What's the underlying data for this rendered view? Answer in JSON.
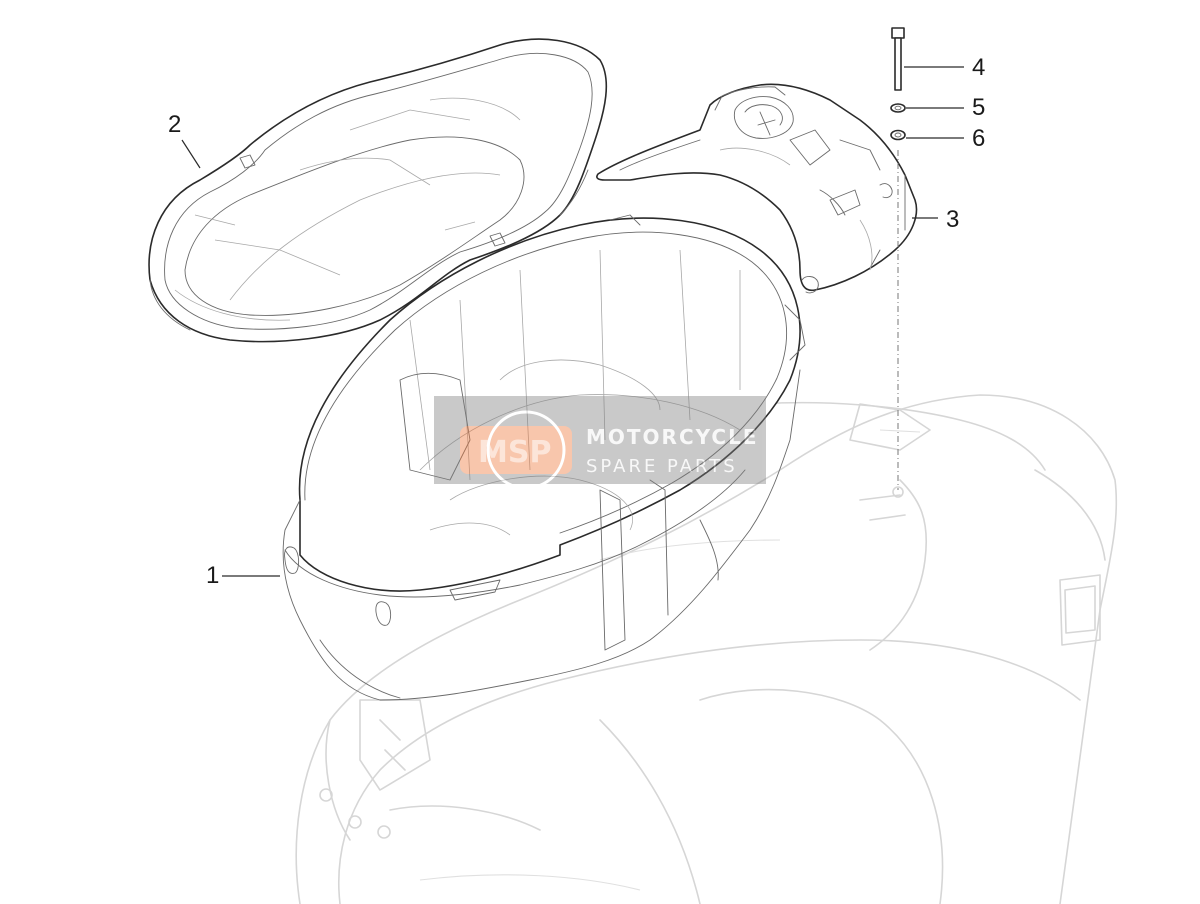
{
  "callouts": [
    {
      "id": "1",
      "label": "1"
    },
    {
      "id": "2",
      "label": "2"
    },
    {
      "id": "3",
      "label": "3"
    },
    {
      "id": "4",
      "label": "4"
    },
    {
      "id": "5",
      "label": "5"
    },
    {
      "id": "6",
      "label": "6"
    }
  ],
  "watermark": {
    "logo": "MSP",
    "line1": "MOTORCYCLE",
    "line2": "SPARE PARTS",
    "logo_color": "#f07a3c",
    "box_color": "#808080"
  },
  "colors": {
    "line": "#2b2b2b",
    "ghost": "#d6d6d6",
    "background": "#ffffff"
  }
}
